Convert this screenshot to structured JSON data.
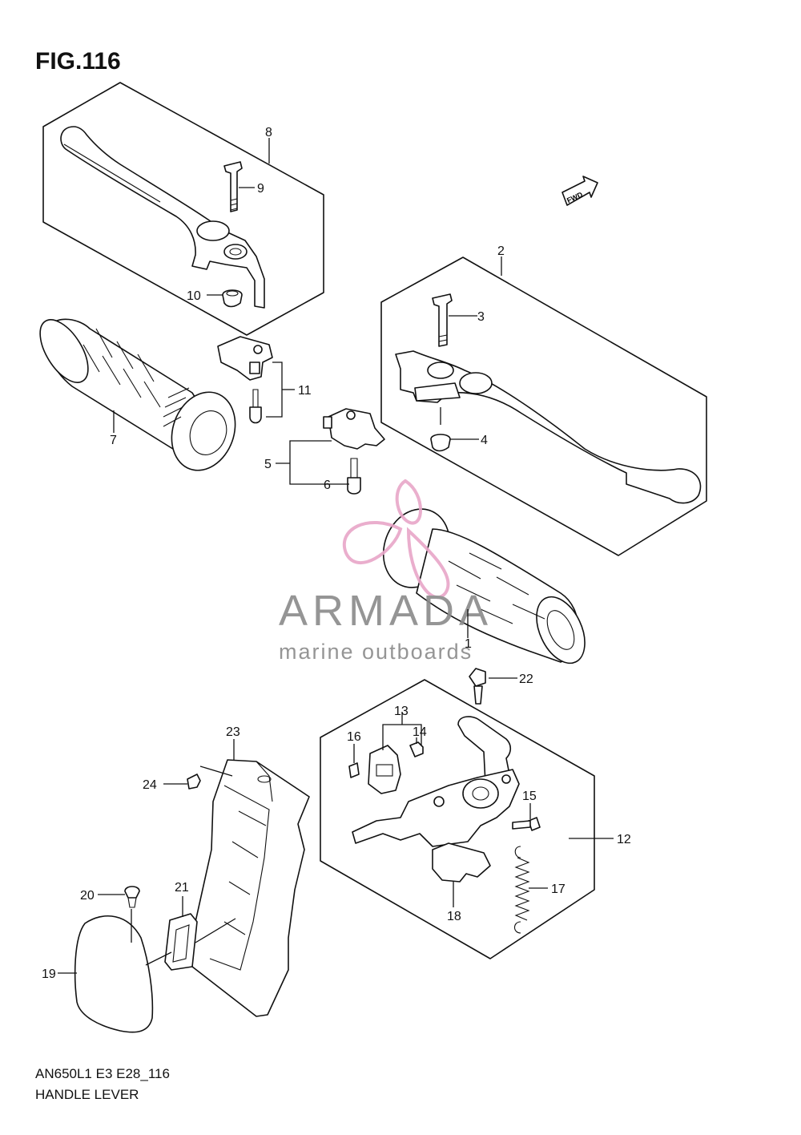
{
  "figure": {
    "title": "FIG.116",
    "model_code": "AN650L1 E3 E28_116",
    "section_name": "HANDLE LEVER",
    "fwd_label": "FWD"
  },
  "watermark": {
    "brand": "ARMADA",
    "tagline": "marine outboards",
    "color_brand": "#8a8a8a",
    "color_logo": "#e8a6c8"
  },
  "callouts": [
    {
      "id": "1",
      "label": "1"
    },
    {
      "id": "2",
      "label": "2"
    },
    {
      "id": "3",
      "label": "3"
    },
    {
      "id": "4",
      "label": "4"
    },
    {
      "id": "5",
      "label": "5"
    },
    {
      "id": "6",
      "label": "6"
    },
    {
      "id": "7",
      "label": "7"
    },
    {
      "id": "8",
      "label": "8"
    },
    {
      "id": "9",
      "label": "9"
    },
    {
      "id": "10",
      "label": "10"
    },
    {
      "id": "11",
      "label": "11"
    },
    {
      "id": "12",
      "label": "12"
    },
    {
      "id": "13",
      "label": "13"
    },
    {
      "id": "14",
      "label": "14"
    },
    {
      "id": "15",
      "label": "15"
    },
    {
      "id": "16",
      "label": "16"
    },
    {
      "id": "17",
      "label": "17"
    },
    {
      "id": "18",
      "label": "18"
    },
    {
      "id": "19",
      "label": "19"
    },
    {
      "id": "20",
      "label": "20"
    },
    {
      "id": "21",
      "label": "21"
    },
    {
      "id": "22",
      "label": "22"
    },
    {
      "id": "23",
      "label": "23"
    },
    {
      "id": "24",
      "label": "24"
    }
  ]
}
